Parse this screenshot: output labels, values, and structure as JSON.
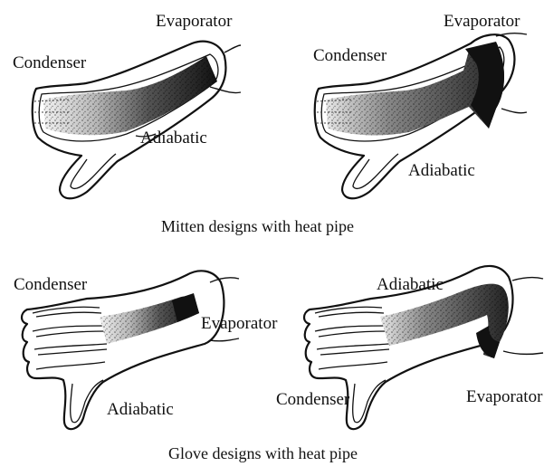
{
  "mitten_left": {
    "evaporator": "Evaporator",
    "condenser": "Condenser",
    "adiabatic": "Adiabatic"
  },
  "mitten_right": {
    "evaporator": "Evaporator",
    "condenser": "Condenser",
    "adiabatic": "Adiabatic"
  },
  "mitten_caption": "Mitten designs with heat pipe",
  "glove_left": {
    "condenser": "Condenser",
    "evaporator": "Evaporator",
    "adiabatic": "Adiabatic"
  },
  "glove_right": {
    "adiabatic": "Adiabatic",
    "condenser": "Condenser",
    "evaporator": "Evaporator"
  },
  "glove_caption": "Glove designs with heat pipe"
}
